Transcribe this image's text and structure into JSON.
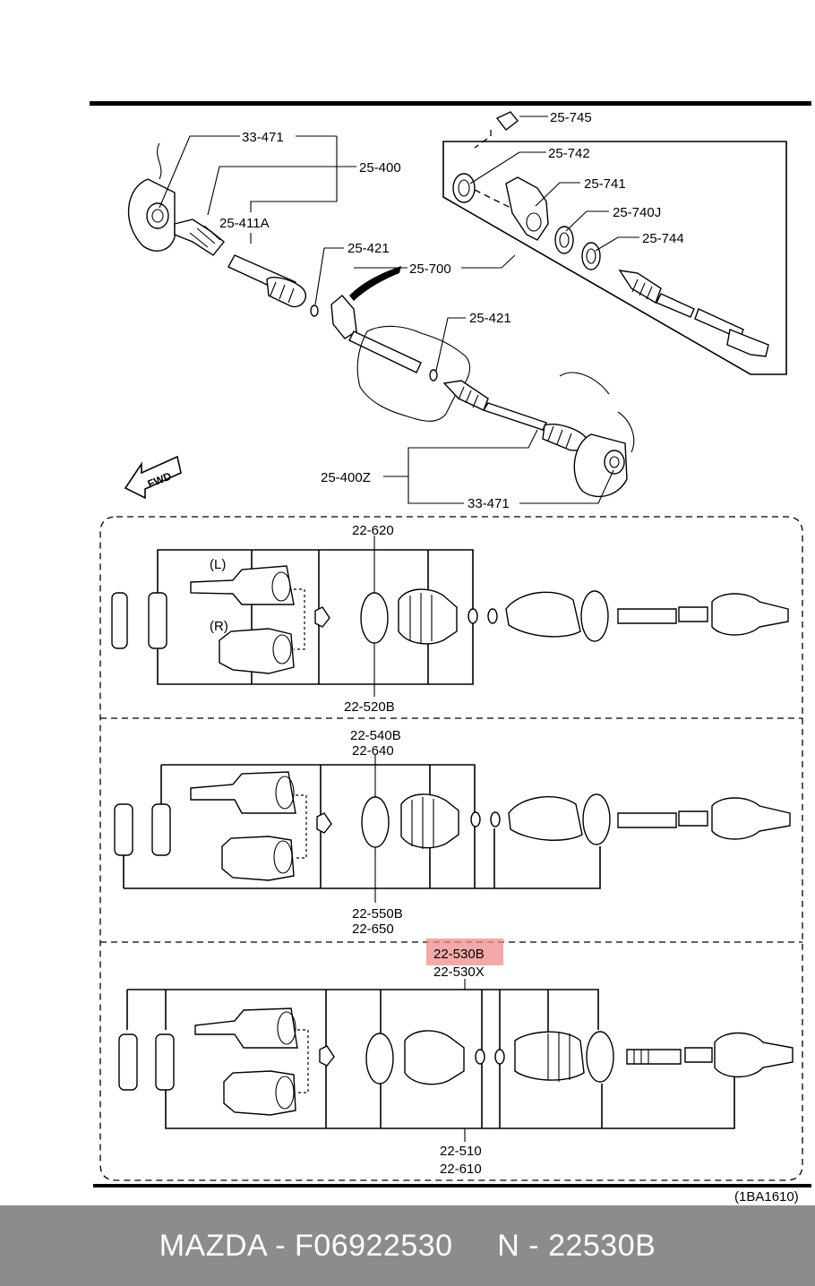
{
  "labels": {
    "l33471a": "33-471",
    "l25400": "25-400",
    "l25411A": "25-411A",
    "l25421a": "25-421",
    "l25700": "25-700",
    "l25745": "25-745",
    "l25742": "25-742",
    "l25741": "25-741",
    "l25740J": "25-740J",
    "l25744": "25-744",
    "l25421b": "25-421",
    "l25400Z": "25-400Z",
    "l33471b": "33-471",
    "fwd": "FWD",
    "s1_top": "22-620",
    "s1_left": "(L)",
    "s1_right": "(R)",
    "s1_bottom": "22-520B",
    "s2_top1": "22-540B",
    "s2_top2": "22-640",
    "s2_bottom1": "22-550B",
    "s2_bottom2": "22-650",
    "s3_top1": "22-530B",
    "s3_top2": "22-530X",
    "s3_bottom1": "22-510",
    "s3_bottom2": "22-610",
    "code": "(1BA1610)"
  },
  "highlight": {
    "part": "22-530B",
    "color": "#f08c8c"
  },
  "footer": "MAZDA - F06922530     N - 22530B"
}
